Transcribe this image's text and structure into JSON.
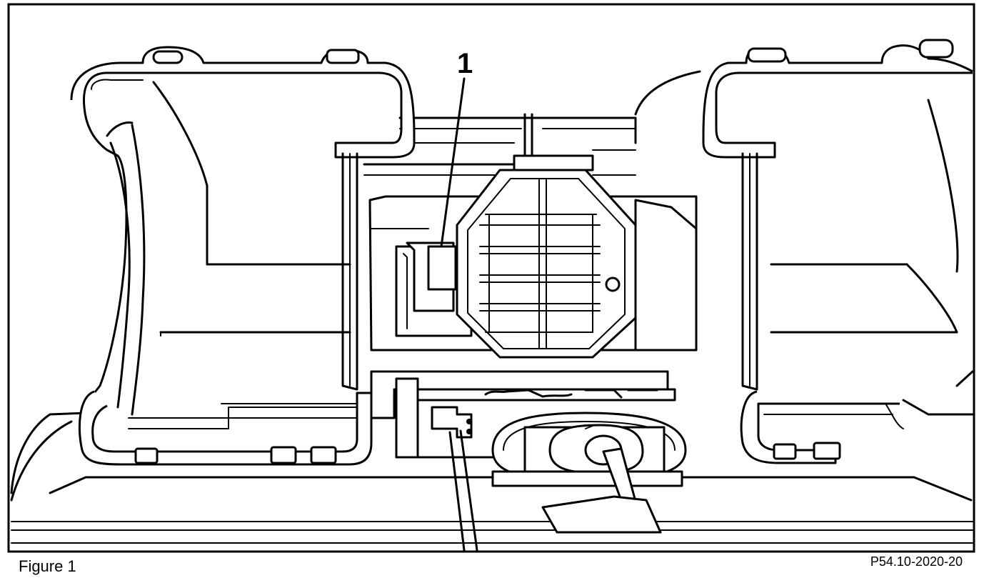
{
  "figure": {
    "callout_label": "1",
    "caption": "Figure 1",
    "reference_code": "P54.10-2020-20"
  },
  "icons": {
    "main": "ventilation-air-duct-illustration",
    "callout": "blower-motor-callout"
  }
}
